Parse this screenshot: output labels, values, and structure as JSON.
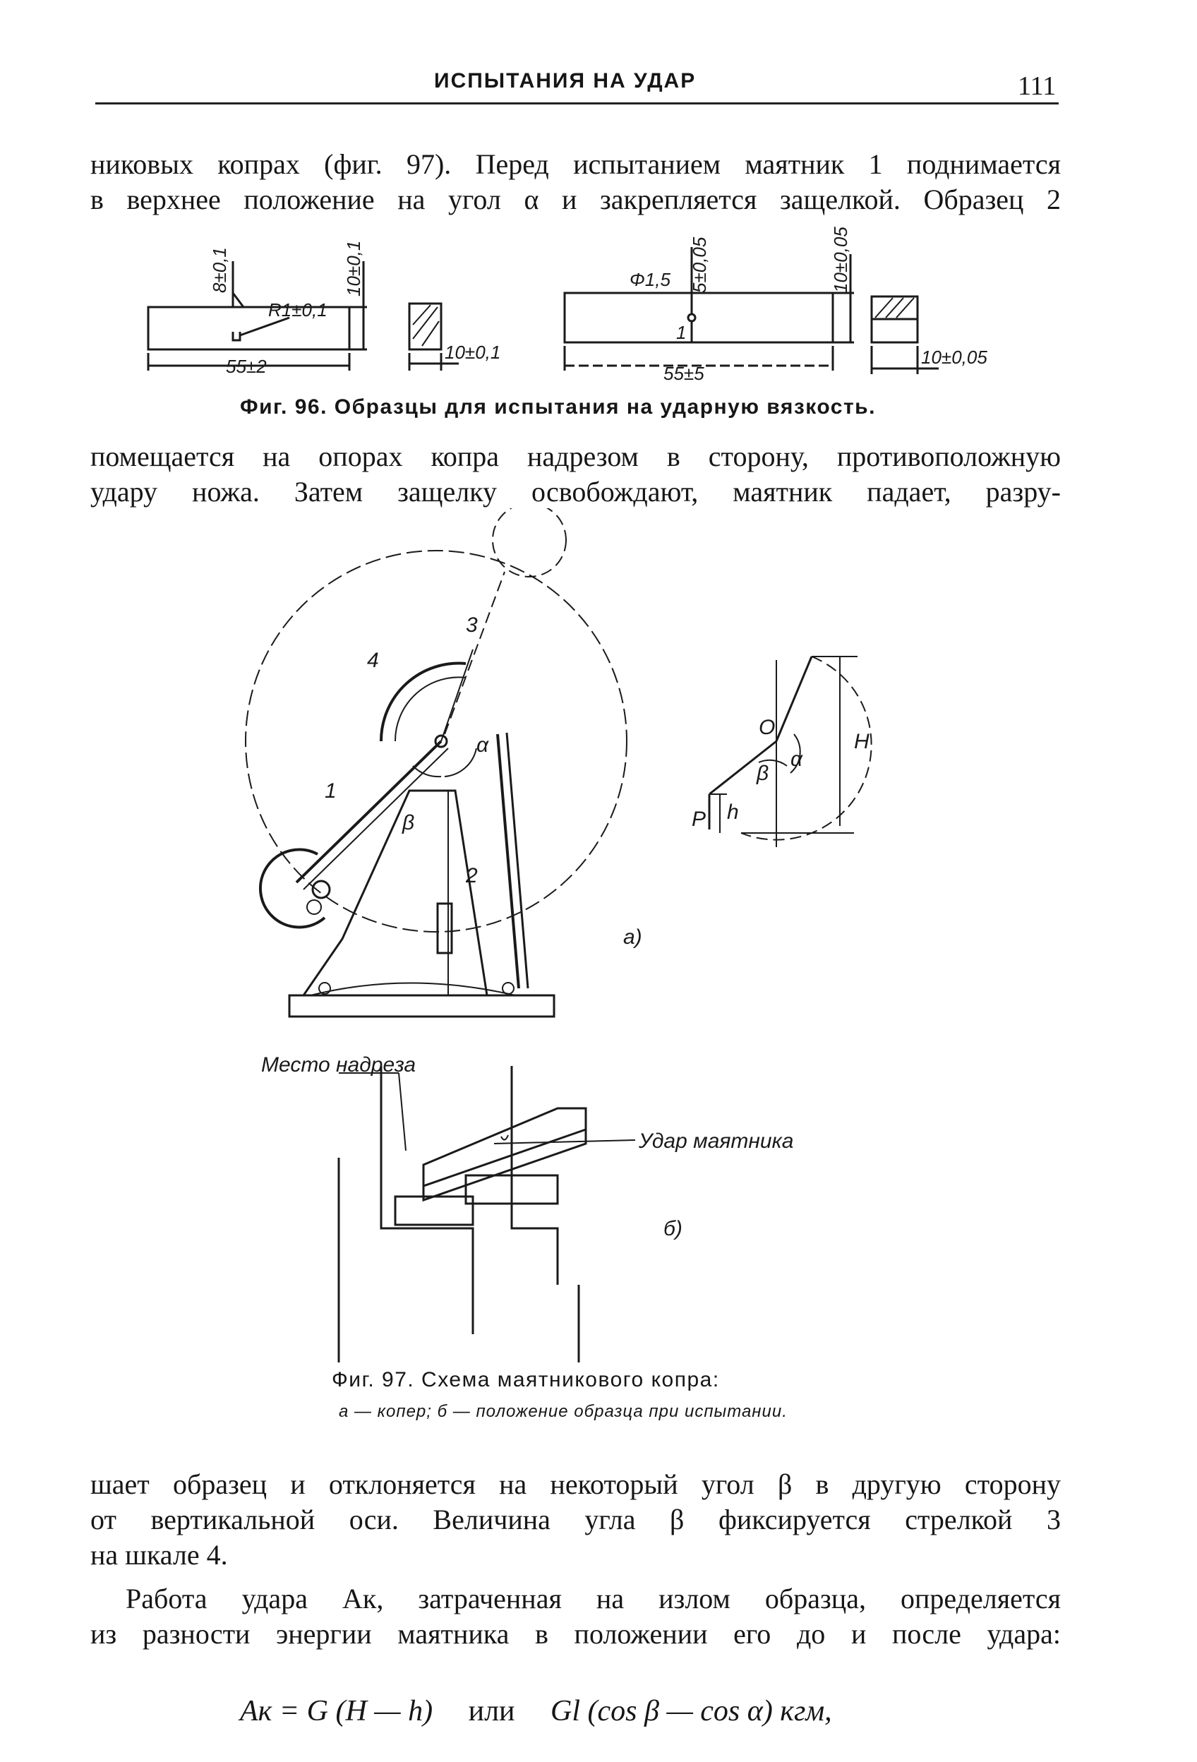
{
  "header": {
    "running_title": "ИСПЫТАНИЯ НА УДАР",
    "page_number": "111"
  },
  "paragraphs": {
    "p1": [
      "никовых копрах (фиг. 97). Перед испытанием маятник 1 поднимается",
      "в верхнее положение на угол α и закрепляется защелкой. Образец 2"
    ],
    "p2": [
      "помещается на опорах копра надрезом в сторону, противоположную",
      "удару ножа. Затем защелку освобождают, маятник падает, разру-"
    ],
    "p3": [
      "шает образец и отклоняется на некоторый угол β в другую сторону",
      "от вертикальной оси. Величина угла β фиксируется стрелкой 3",
      "на шкале 4."
    ],
    "p4": [
      "Работа удара Aк, затраченная на излом образца, определяется",
      "из разности энергии маятника в положении его до и после удара:"
    ]
  },
  "formula": {
    "left": "Aк = G (H — h)",
    "connector": "или",
    "right": "Gl (cos β — cos α) кгм,"
  },
  "fig96": {
    "caption": "Фиг. 96. Образцы для испытания на ударную вязкость.",
    "dims": {
      "notch_depth": "8±0,1",
      "height_left": "10±0,1",
      "notch_radius": "R1±0,1",
      "length_left": "55±2",
      "width_left": "10±0,1",
      "hole_dia": "Φ1,5",
      "depth_right": "5±0,05",
      "height_right": "10±0,05",
      "small_1": "1",
      "length_right": "55±5",
      "width_right": "10±0,05"
    }
  },
  "fig97": {
    "caption": "Фиг. 97. Схема маятникового копра:",
    "subcaption": "а — копер; б — положение образца при испытании.",
    "labels": {
      "num1": "1",
      "num2": "2",
      "num3": "3",
      "num4": "4",
      "alpha": "α",
      "beta": "β",
      "O": "O",
      "H": "H",
      "h": "h",
      "P": "P",
      "part_a": "а)",
      "part_b": "б)",
      "notch_place": "Место надреза",
      "pendulum_hit": "Удар маятника"
    }
  }
}
